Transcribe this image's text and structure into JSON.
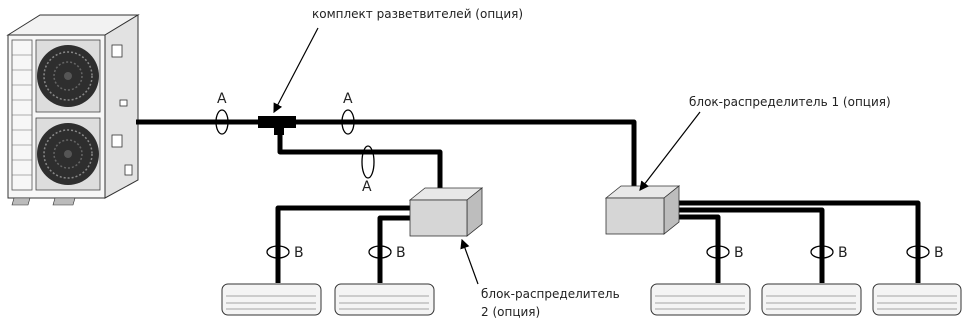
{
  "labels": {
    "branch_kit": "комплект разветвителей (опция)",
    "box1": "блок-распределитель 1 (опция)",
    "box2_line1": "блок-распределитель",
    "box2_line2": "2 (опция)"
  },
  "markers": {
    "a": "A",
    "b": "B"
  }
}
